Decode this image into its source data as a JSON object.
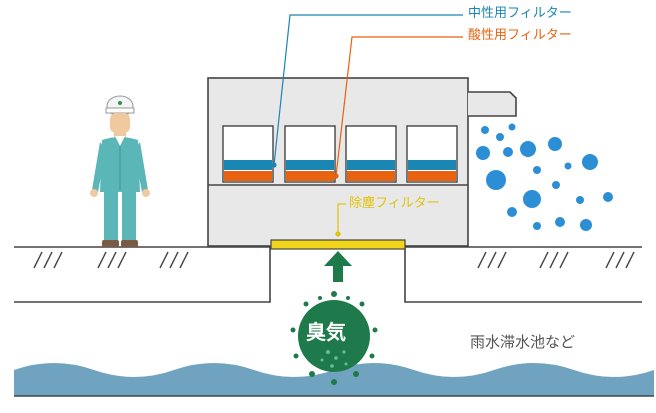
{
  "labels": {
    "neutral_filter": "中性用フィルター",
    "acid_filter": "酸性用フィルター",
    "dust_filter": "除塵フィルター",
    "odor": "臭気",
    "rainwater_pond": "雨水滞水池など"
  },
  "icons": {
    "worker": "worker-with-helmet-icon",
    "arrow": "up-arrow-icon",
    "odor": "odor-cloud-icon",
    "bubbles": "air-bubbles-icon"
  },
  "colors": {
    "neutral": "#1a86b3",
    "acid": "#e8620f",
    "dust": "#e2c20e",
    "odor": "#1e7a4a",
    "bubble": "#2c8fd6",
    "water": "#6fa3bf",
    "unit_body": "#e8e8e8",
    "outline": "#444444"
  }
}
